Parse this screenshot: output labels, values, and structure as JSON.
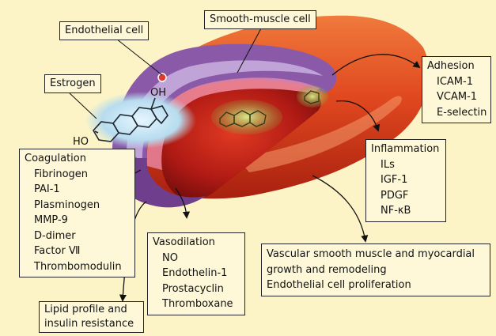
{
  "labels": {
    "smooth_muscle_cell": "Smooth-muscle cell",
    "endothelial_cell": "Endothelial cell",
    "estrogen": "Estrogen",
    "oh": "OH",
    "ho": "HO"
  },
  "adhesion": {
    "title": "Adhesion",
    "items": [
      "ICAM-1",
      "VCAM-1",
      "E-selectin"
    ]
  },
  "inflammation": {
    "title": "Inflammation",
    "items": [
      "ILs",
      "IGF-1",
      "PDGF",
      "NF-κB"
    ]
  },
  "coagulation": {
    "title": "Coagulation",
    "items": [
      "Fibrinogen",
      "PAI-1",
      "Plasminogen",
      "MMP-9",
      "D-dimer",
      "Factor Ⅶ",
      "Thrombomodulin"
    ]
  },
  "vasodilation": {
    "title": "Vasodilation",
    "items": [
      "NO",
      "Endothelin-1",
      "Prostacyclin",
      "Thromboxane"
    ]
  },
  "vascular": {
    "lines": [
      "Vascular smooth muscle and myocardial",
      "growth and remodeling",
      "Endothelial cell proliferation"
    ]
  },
  "lipid": {
    "lines": [
      "Lipid profile and",
      "insulin resistance"
    ]
  },
  "colors": {
    "background": "#fcf4c6",
    "box_fill": "#fff8d8",
    "vessel_outer": "#d8401e",
    "vessel_lumen": "#a81414",
    "wall_purple": "#8a5aa8",
    "wall_light": "#c9b2e0",
    "molecule_glow": "#c8e6f4"
  },
  "icons": [
    "estrogen-molecule",
    "arrow"
  ]
}
